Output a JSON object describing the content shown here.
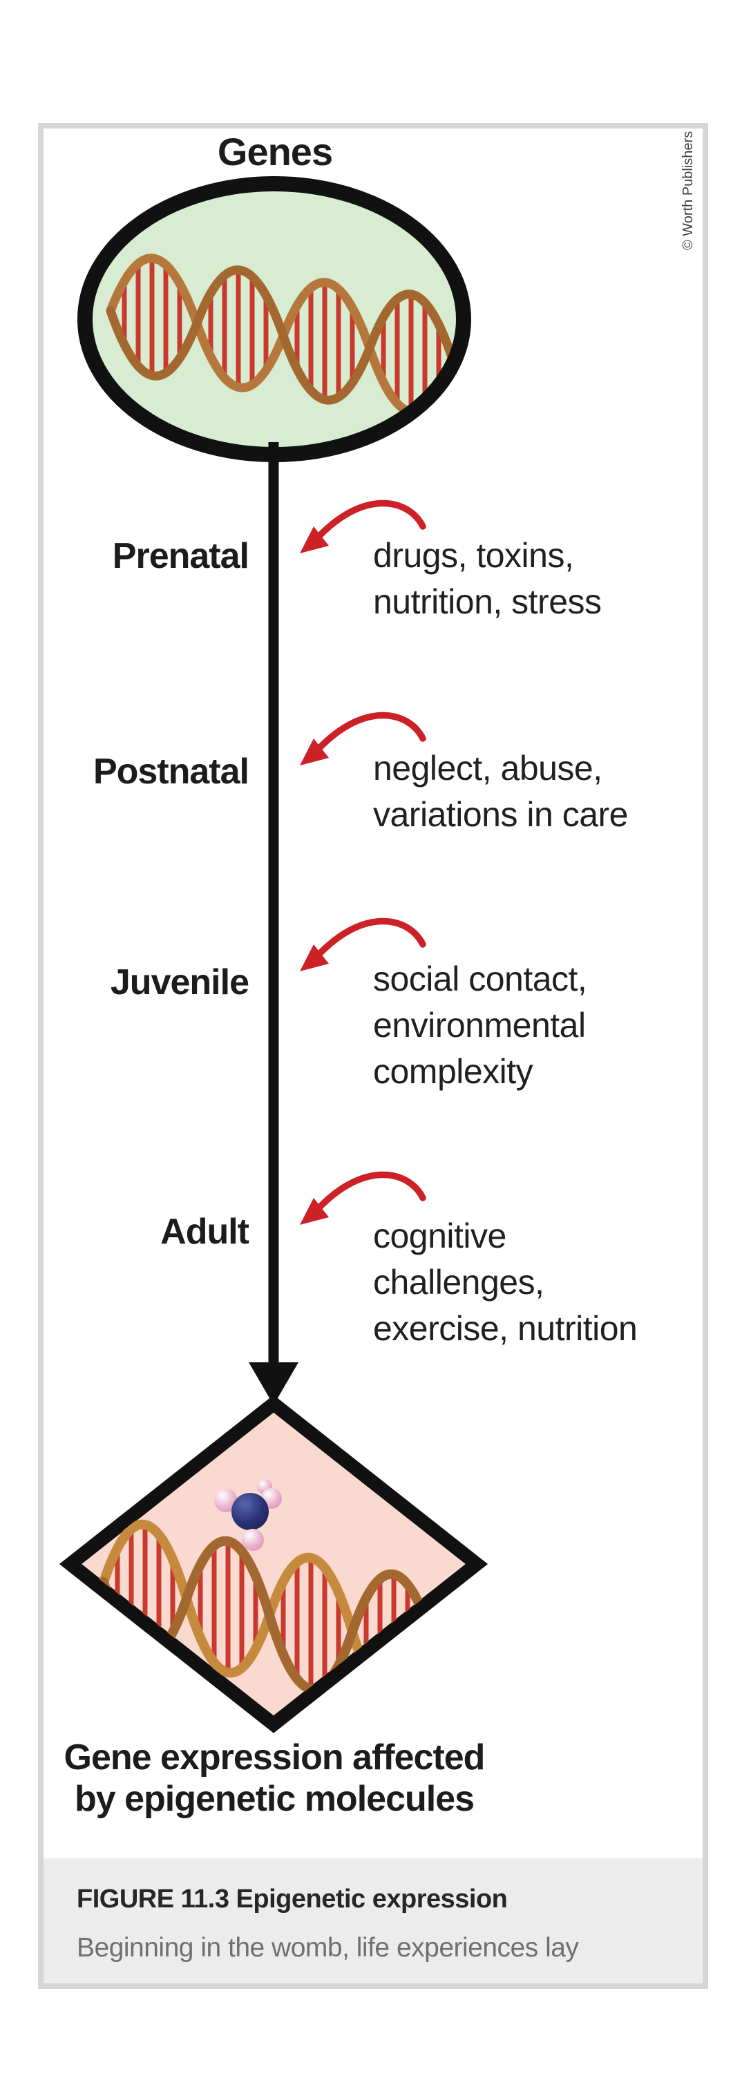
{
  "figure": {
    "title": "Genes",
    "credit": "© Worth Publishers",
    "stages": [
      {
        "label": "Prenatal",
        "factors": [
          "drugs, toxins,",
          "nutrition, stress"
        ]
      },
      {
        "label": "Postnatal",
        "factors": [
          "neglect, abuse,",
          "variations in care"
        ]
      },
      {
        "label": "Juvenile",
        "factors": [
          "social contact,",
          "environmental",
          "complexity"
        ]
      },
      {
        "label": "Adult",
        "factors": [
          "cognitive",
          "challenges,",
          "exercise, nutrition"
        ]
      }
    ],
    "outcome": [
      "Gene expression affected",
      "by epigenetic molecules"
    ],
    "caption": {
      "title": "FIGURE 11.3 Epigenetic expression",
      "body": "Beginning in the womb, life experiences lay"
    },
    "colors": {
      "ink": "#111111",
      "arrow_red": "#cc2127",
      "gene_green": "#d8ecd1",
      "diamond_pink": "#f9d9d0",
      "strand_tan": "#b5773c",
      "rung_red": "#c93a2e",
      "molecule_navy": "#2b3274",
      "molecule_pink": "#e7a9c5",
      "caption_bg": "#ececec",
      "frame_gray": "#d6d6d6",
      "caption_text_gray": "#707070"
    }
  }
}
